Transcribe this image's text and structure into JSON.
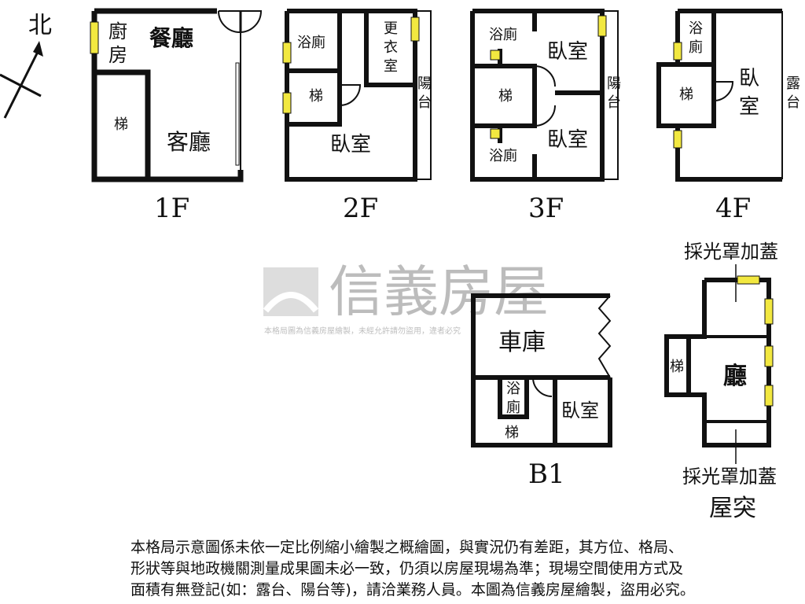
{
  "compass": {
    "north": "北"
  },
  "floors": {
    "f1": {
      "label": "1F",
      "rooms": {
        "kitchen1": "廚",
        "kitchen2": "房",
        "dining": "餐廳",
        "living": "客廳",
        "stairs": "梯"
      }
    },
    "f2": {
      "label": "2F",
      "rooms": {
        "bath": "浴廁",
        "closet1": "更",
        "closet2": "衣",
        "closet3": "室",
        "stairs": "梯",
        "bedroom": "臥室",
        "balcony1": "陽",
        "balcony2": "台"
      }
    },
    "f3": {
      "label": "3F",
      "rooms": {
        "bath_top": "浴廁",
        "bedroom_top": "臥室",
        "stairs": "梯",
        "bedroom_bottom": "臥室",
        "bath_bottom": "浴廁",
        "balcony1": "陽",
        "balcony2": "台"
      }
    },
    "f4": {
      "label": "4F",
      "rooms": {
        "bath1": "浴",
        "bath2": "廁",
        "stairs": "梯",
        "bedroom1": "臥",
        "bedroom2": "室",
        "terrace1": "露",
        "terrace2": "台"
      }
    },
    "b1": {
      "label": "B1",
      "rooms": {
        "garage": "車庫",
        "bath1": "浴",
        "bath2": "廁",
        "stairs": "梯",
        "bedroom": "臥室"
      }
    },
    "roof": {
      "label": "屋突",
      "rooms": {
        "hall": "廳",
        "stairs": "梯"
      },
      "skylight_top": "採光罩加蓋",
      "skylight_bottom": "採光罩加蓋"
    }
  },
  "watermark": {
    "brand": "信義房屋",
    "note": "本格局圖為信義房屋繪製，未經允許請勿盜用，違者必究"
  },
  "disclaimer": [
    "本格局示意圖係未依一定比例縮小繪製之概繪圖，與實況仍有差距，其方位、格局、",
    "形狀等與地政機關測量成果圖未必一致，仍須以房屋現場為準；現場空間使用方式及",
    "面積有無登記(如：露台、陽台等)，請洽業務人員。本圖為信義房屋繪製，盜用必究。"
  ]
}
